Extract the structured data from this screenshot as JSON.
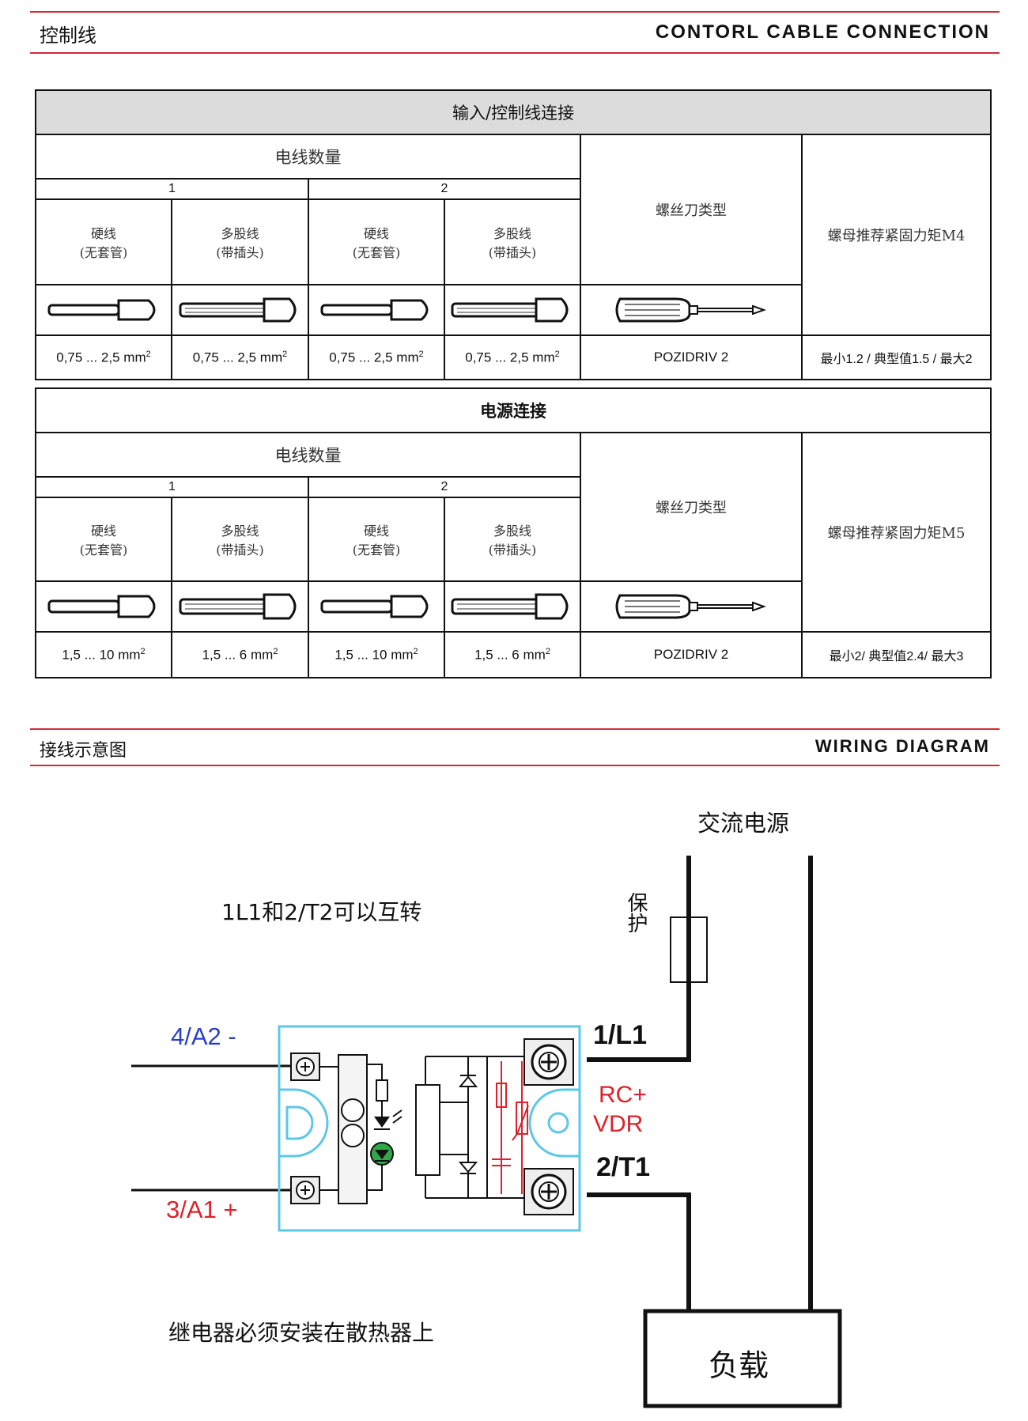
{
  "section1": {
    "title_zh": "控制线",
    "title_en": "CONTORL CABLE CONNECTION"
  },
  "table_control": {
    "title": "输入/控制线连接",
    "wire_count_label": "电线数量",
    "col_1": "1",
    "col_2": "2",
    "solid_label": "硬线\n(无套管)",
    "strand_label": "多股线\n(带插头)",
    "screwdriver_type": "螺丝刀类型",
    "torque_label": "螺母推荐紧固力矩M4",
    "values": [
      "0,75 ... 2,5 mm",
      "0,75 ... 2,5 mm",
      "0,75 ... 2,5 mm",
      "0,75 ... 2,5 mm"
    ],
    "unit_sup": "2",
    "screwdriver_value": "POZIDRIV 2",
    "torque_value": "最小1.2 / 典型值1.5 / 最大2"
  },
  "table_power": {
    "title": "电源连接",
    "wire_count_label": "电线数量",
    "col_1": "1",
    "col_2": "2",
    "solid_label": "硬线\n(无套管)",
    "strand_label": "多股线\n(带插头)",
    "screwdriver_type": "螺丝刀类型",
    "torque_label": "螺母推荐紧固力矩M5",
    "values": [
      "1,5 ... 10 mm",
      "1,5 ... 6 mm",
      "1,5 ... 10 mm",
      "1,5 ... 6 mm"
    ],
    "unit_sup": "2",
    "screwdriver_value": "POZIDRIV 2",
    "torque_value": "最小2/ 典型值2.4/ 最大3"
  },
  "section2": {
    "title_zh": "接线示意图",
    "title_en": "WIRING DIAGRAM"
  },
  "diagram": {
    "ac_power": "交流电源",
    "protection": "保护",
    "swap_note": "1L1和2/T2可以互转",
    "a2": "4/A2 -",
    "a1": "3/A1 +",
    "l1": "1/L1",
    "t1": "2/T1",
    "rc": "RC+",
    "vdr": "VDR",
    "heatsink_note": "继电器必须安装在散热器上",
    "load": "负载",
    "colors": {
      "blue": "#2a3fc7",
      "red": "#e0202a",
      "cyan": "#5cc8e6",
      "green": "#2fa84a",
      "accent": "#d22a3a"
    }
  }
}
